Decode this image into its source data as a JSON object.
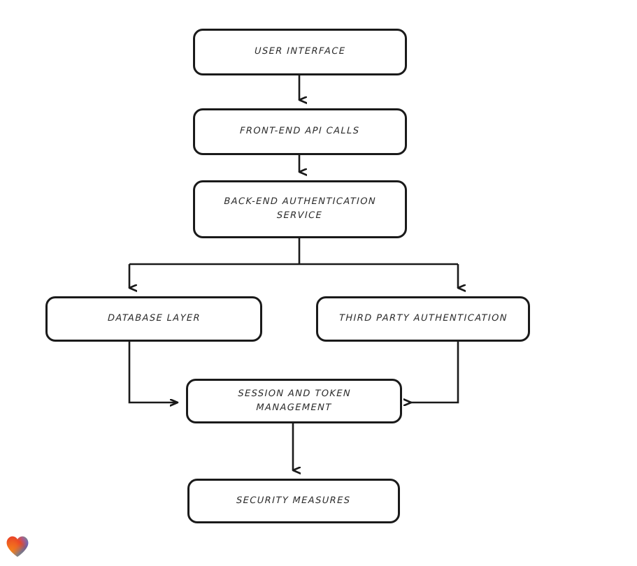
{
  "diagram": {
    "type": "flowchart",
    "title": "",
    "style": "hand-drawn",
    "background_color": "#ffffff",
    "stroke_color": "#1a1a1a",
    "text_color": "#2b2b2b",
    "nodes": [
      {
        "id": "user-interface",
        "label": "User Interface"
      },
      {
        "id": "frontend-api",
        "label": "Front-End API Calls"
      },
      {
        "id": "backend-auth",
        "label": "Back-End Authentication\nService"
      },
      {
        "id": "database-layer",
        "label": "Database Layer"
      },
      {
        "id": "third-party-auth",
        "label": "Third Party Authentication"
      },
      {
        "id": "session-token",
        "label": "Session and Token\nManagement"
      },
      {
        "id": "security-measures",
        "label": "Security Measures"
      }
    ],
    "edges": [
      {
        "from": "user-interface",
        "to": "frontend-api",
        "kind": "straight-down"
      },
      {
        "from": "frontend-api",
        "to": "backend-auth",
        "kind": "straight-down"
      },
      {
        "from": "backend-auth",
        "to": "database-layer",
        "kind": "split-left"
      },
      {
        "from": "backend-auth",
        "to": "third-party-auth",
        "kind": "split-right"
      },
      {
        "from": "database-layer",
        "to": "session-token",
        "kind": "elbow-right"
      },
      {
        "from": "third-party-auth",
        "to": "session-token",
        "kind": "elbow-left"
      },
      {
        "from": "session-token",
        "to": "security-measures",
        "kind": "straight-down"
      }
    ]
  },
  "watermark": {
    "icon": "heart-icon",
    "colors": [
      "#e8312a",
      "#f59a1f",
      "#f07c1c",
      "#2b7fd4",
      "#1fb6b0"
    ]
  }
}
